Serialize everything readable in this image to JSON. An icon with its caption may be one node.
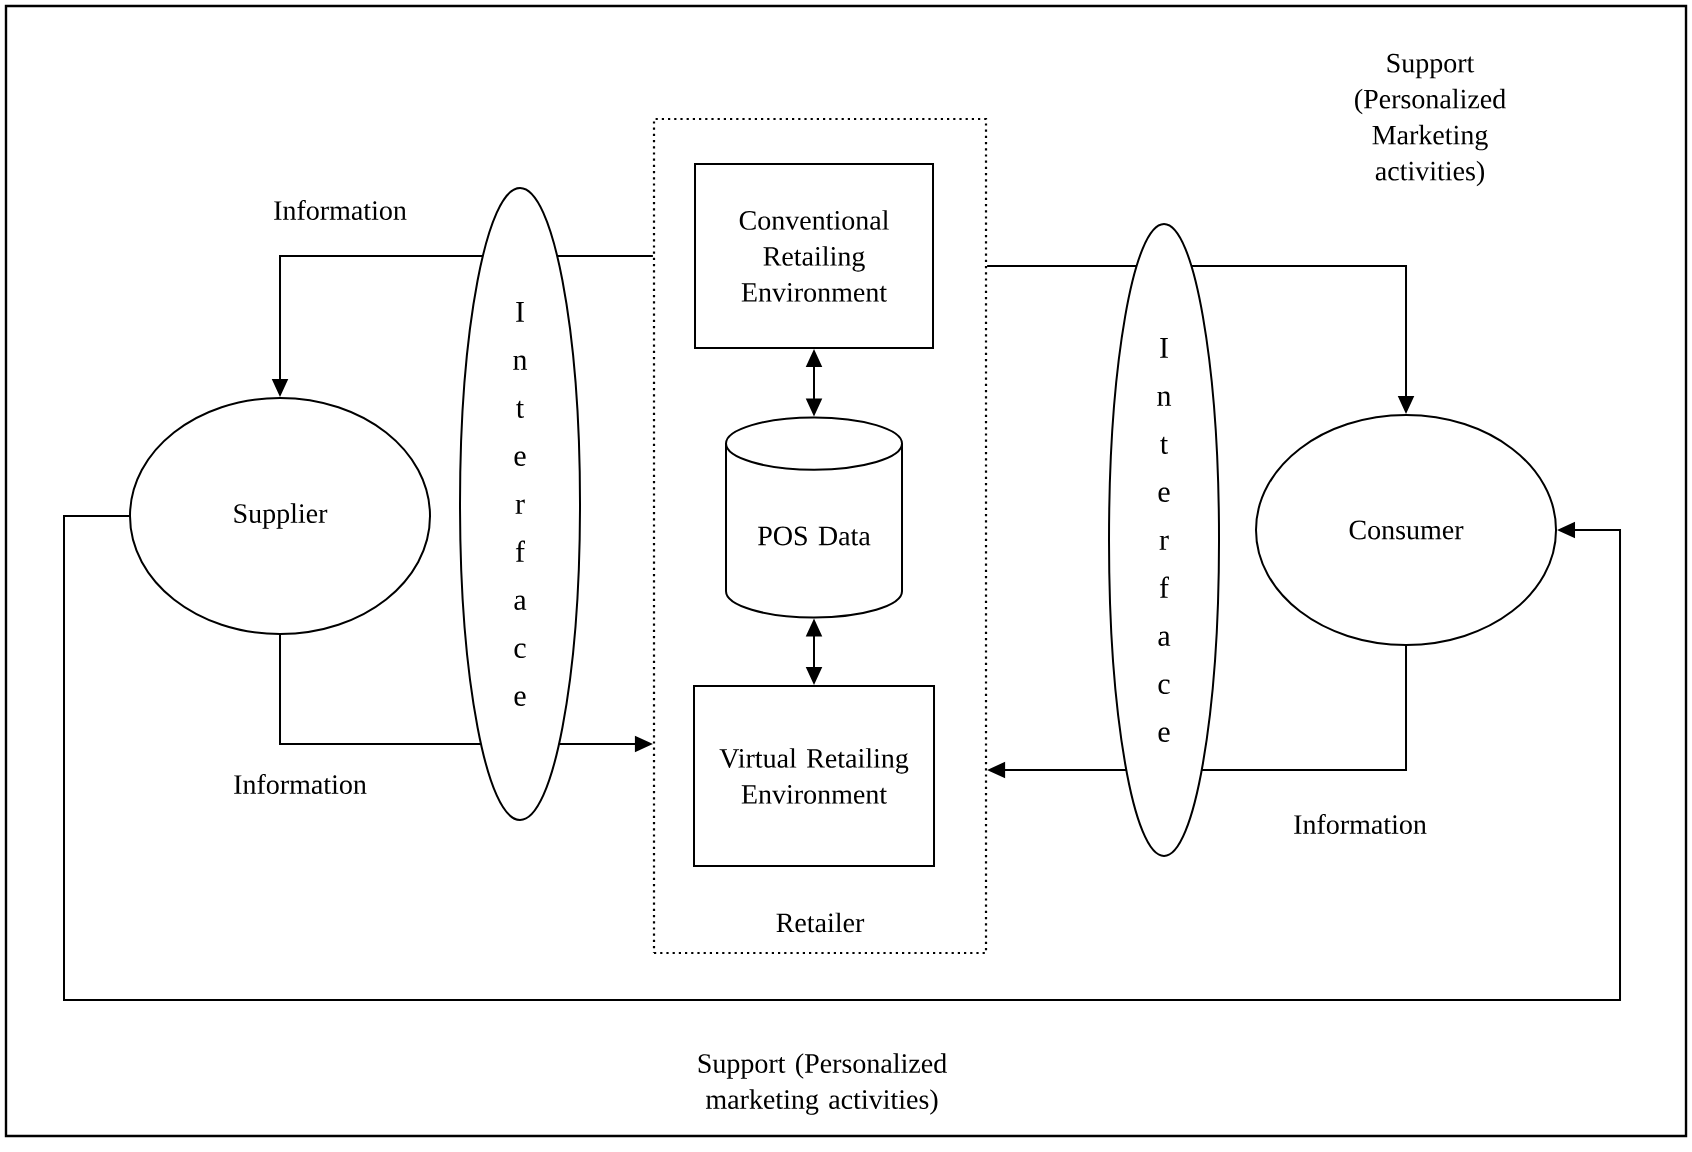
{
  "diagram": {
    "nodes": [
      {
        "text": [
          "Retailer"
        ]
      },
      {
        "text": [
          "Conventional Retailing Environment"
        ],
        "in": 0
      },
      {
        "text": [
          "POS Data"
        ],
        "in": 0
      },
      {
        "text": [
          "Virtual Retailing Environment"
        ],
        "in": 0
      },
      {
        "text": [
          "I n t e r f a c e"
        ]
      },
      {
        "text": [
          "I n t e r f a c e"
        ]
      },
      {
        "text": [
          "Supplier"
        ]
      },
      {
        "text": [
          "Consumer"
        ]
      }
    ],
    "edges": [
      {
        "from": 0,
        "to": 4,
        "arrow": "none"
      },
      {
        "from": 4,
        "to": 6,
        "arrow": "to",
        "label": "Information"
      },
      {
        "from": 6,
        "to": 4,
        "arrow": "none",
        "label": "Information"
      },
      {
        "from": 4,
        "to": 0,
        "arrow": "to"
      },
      {
        "from": 0,
        "to": 5,
        "arrow": "none"
      },
      {
        "from": 5,
        "to": 7,
        "arrow": "to",
        "label": "Support (Personalized Marketing activities)"
      },
      {
        "from": 7,
        "to": 5,
        "arrow": "none",
        "label": "Information"
      },
      {
        "from": 5,
        "to": 0,
        "arrow": "to"
      },
      {
        "from": 6,
        "to": 7,
        "arrow": "to",
        "label": "Support (Personalized marketing activities)"
      },
      {
        "from": 1,
        "to": 2,
        "arrow": "both"
      },
      {
        "from": 2,
        "to": 3,
        "arrow": "both"
      }
    ]
  }
}
